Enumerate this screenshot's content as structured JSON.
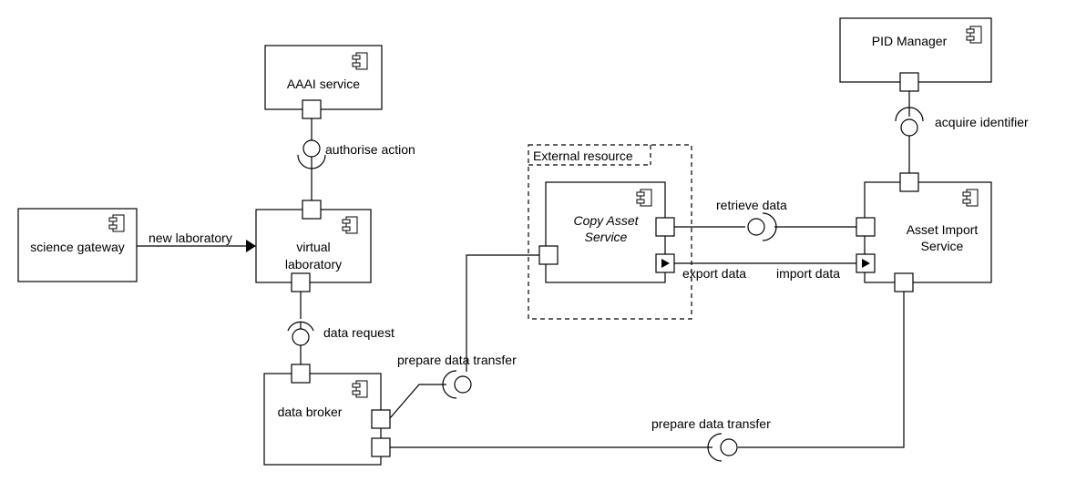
{
  "components": {
    "aaai": "AAAI service",
    "pid_manager": "PID Manager",
    "science_gateway": "science gateway",
    "virtual_lab_line1": "virtual",
    "virtual_lab_line2": "laboratory",
    "data_broker": "data broker",
    "copy_asset_line1": "Copy Asset",
    "copy_asset_line2": "Service",
    "asset_import_line1": "Asset Import",
    "asset_import_line2": "Service"
  },
  "external_resource": "External resource",
  "interfaces": {
    "authorise_action": "authorise action",
    "acquire_identifier": "acquire identifier",
    "data_request": "data request",
    "retrieve_data": "retrieve data",
    "prepare_transfer_upper": "prepare data transfer",
    "prepare_transfer_lower": "prepare data transfer"
  },
  "flows": {
    "new_laboratory": "new laboratory",
    "export_data": "export data",
    "import_data": "import data"
  },
  "icons": {
    "component": "uml-component-icon",
    "port": "port-square",
    "required_interface": "socket-arc",
    "provided_interface": "lollipop-circle",
    "flow_port": "triangle-arrow"
  }
}
